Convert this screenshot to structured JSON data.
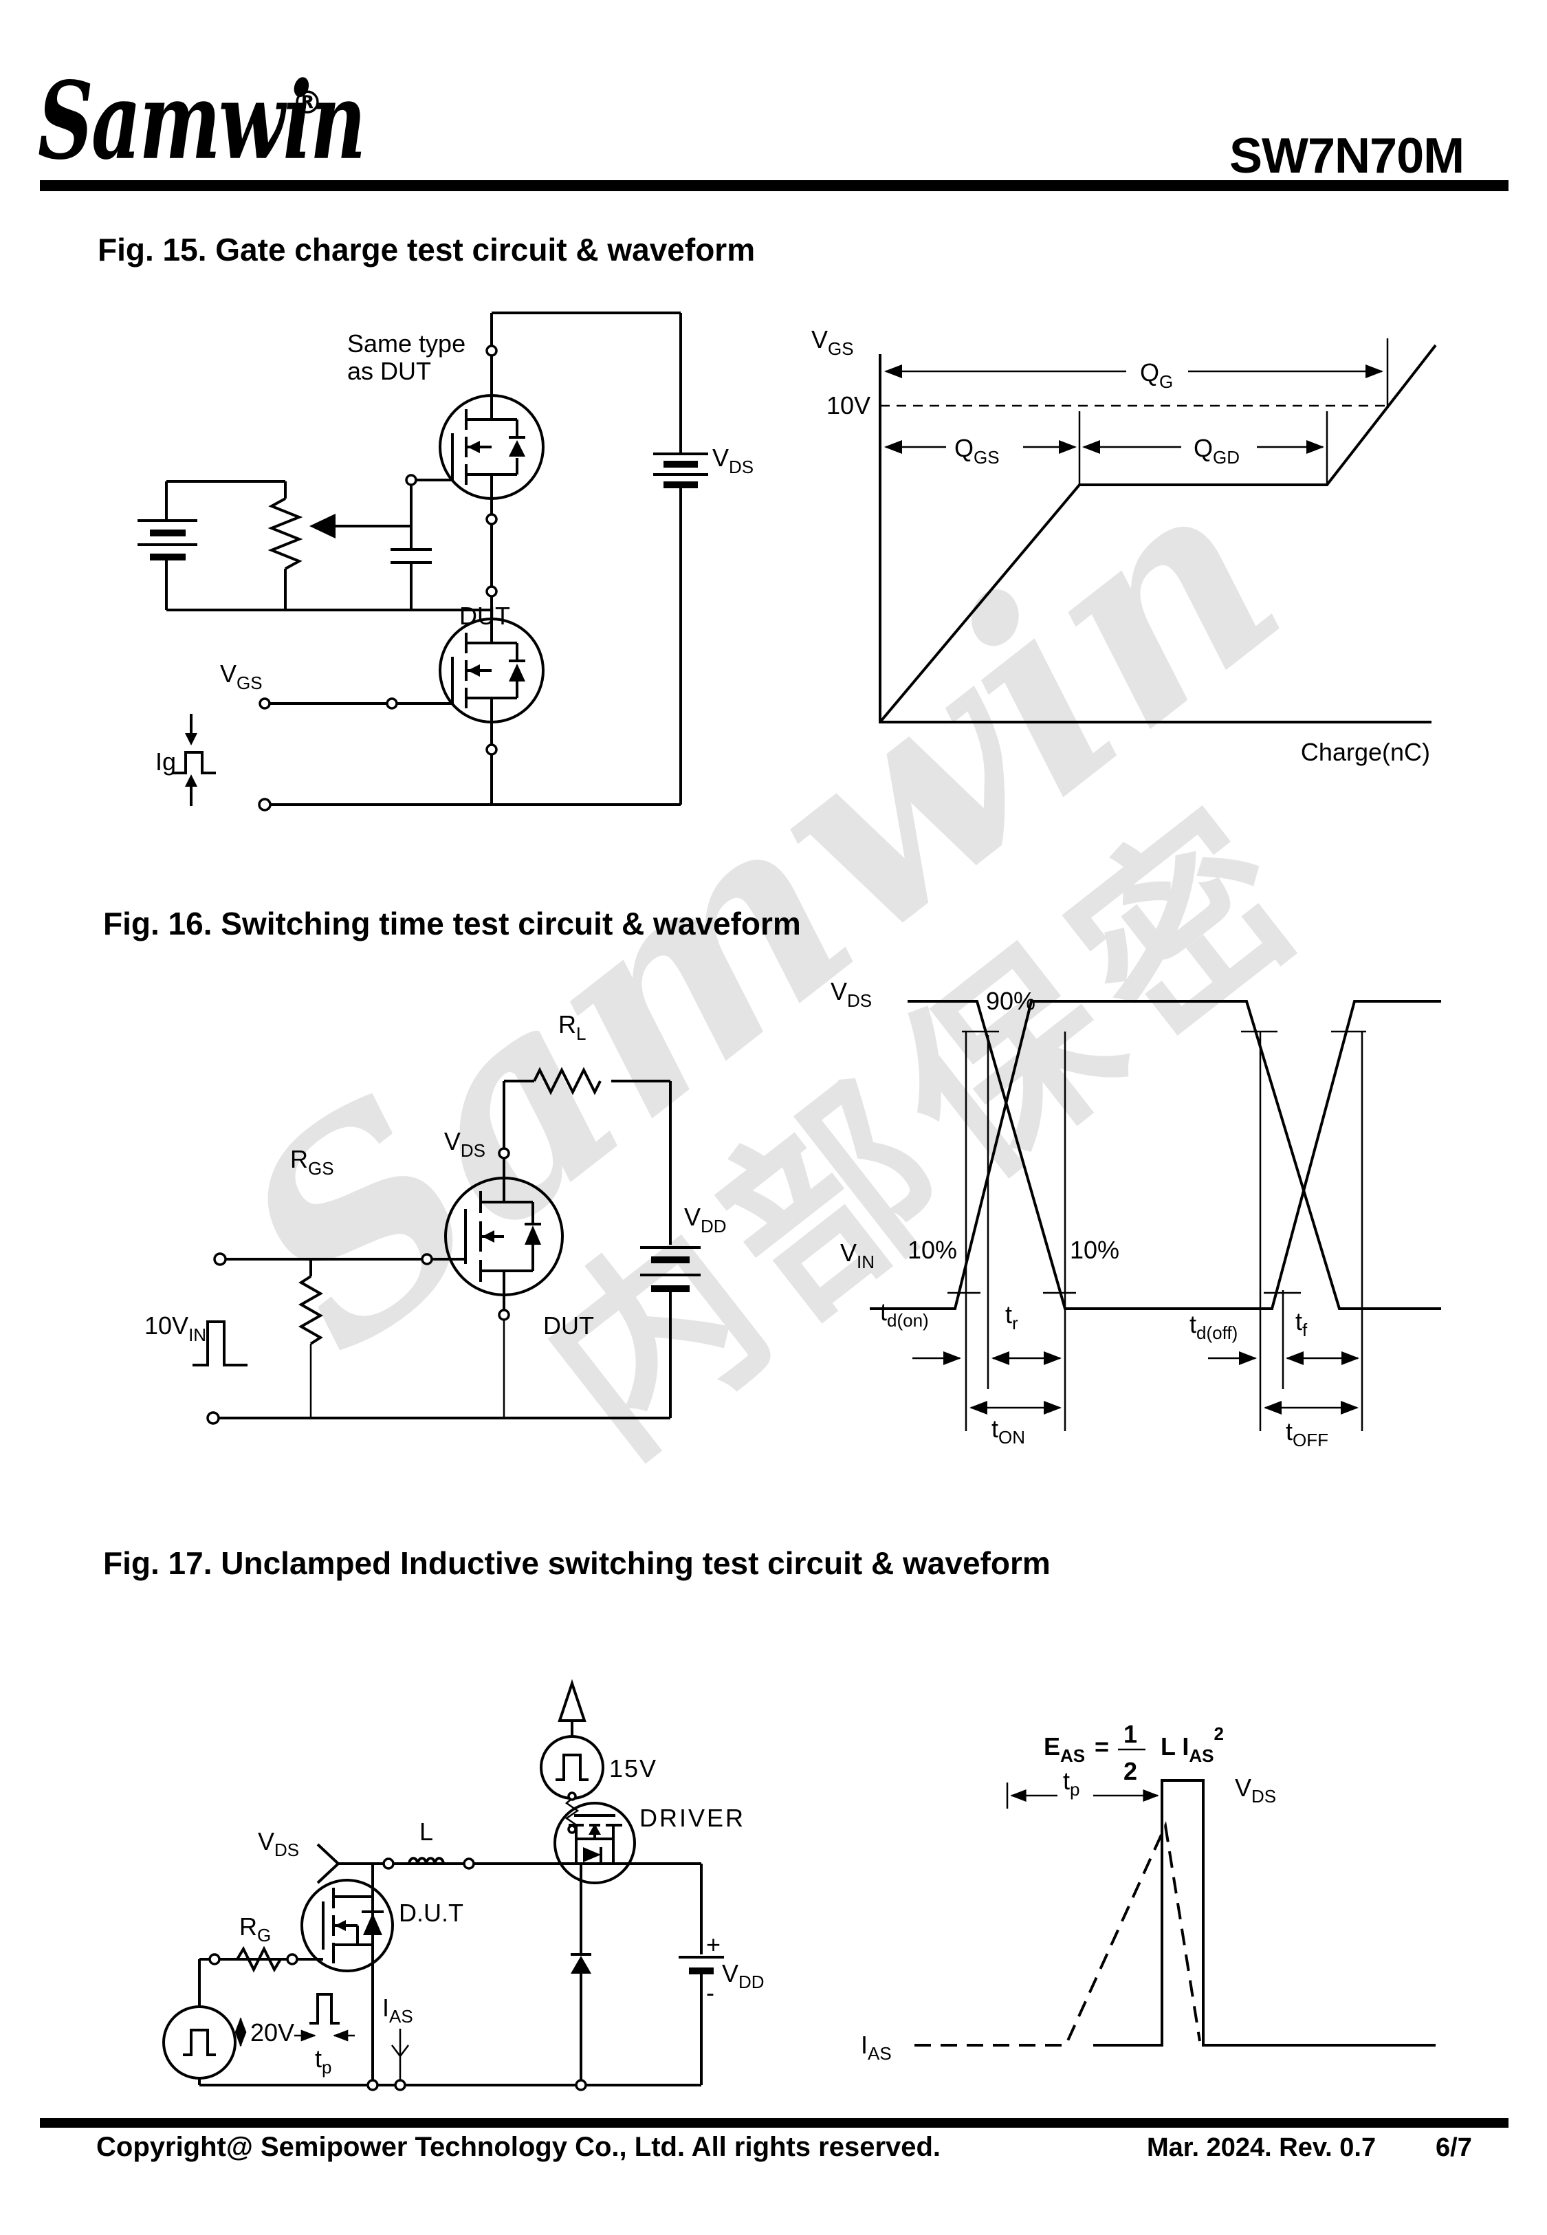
{
  "header": {
    "logo_text": "Samwin",
    "registered_mark": "®",
    "part_number": "SW7N70M"
  },
  "watermark": {
    "brand": "Samwin",
    "confidential": "内部保密"
  },
  "fig15": {
    "title": "Fig. 15. Gate charge test circuit & waveform",
    "circuit": {
      "same_type_line1": "Same type",
      "same_type_line2": "as DUT",
      "vds_main": "V",
      "vds_sub": "DS",
      "vgs_main": "V",
      "vgs_sub": "GS",
      "dut": "DUT",
      "ig": "Ig"
    },
    "waveform": {
      "vgs_main": "V",
      "vgs_sub": "GS",
      "level_10v": "10V",
      "qg_main": "Q",
      "qg_sub": "G",
      "qgs_main": "Q",
      "qgs_sub": "GS",
      "qgd_main": "Q",
      "qgd_sub": "GD",
      "x_axis": "Charge(nC)"
    }
  },
  "fig16": {
    "title": "Fig. 16. Switching time test circuit & waveform",
    "circuit": {
      "rl_main": "R",
      "rl_sub": "L",
      "rgs_main": "R",
      "rgs_sub": "GS",
      "vds_main": "V",
      "vds_sub": "DS",
      "vdd_main": "V",
      "vdd_sub": "DD",
      "vin_main": "10V",
      "vin_sub": "IN",
      "dut": "DUT"
    },
    "waveform": {
      "vds_main": "V",
      "vds_sub": "DS",
      "vin_main": "V",
      "vin_sub": "IN",
      "p90": "90%",
      "p10_left": "10%",
      "p10_right": "10%",
      "tdon_main": "t",
      "tdon_sub": "d(on)",
      "tr_main": "t",
      "tr_sub": "r",
      "tdoff_main": "t",
      "tdoff_sub": "d(off)",
      "tf_main": "t",
      "tf_sub": "f",
      "ton_main": "t",
      "ton_sub": "ON",
      "toff_main": "t",
      "toff_sub": "OFF"
    }
  },
  "fig17": {
    "title": "Fig. 17. Unclamped Inductive switching test circuit & waveform",
    "circuit": {
      "v15": "15V",
      "driver": "DRIVER",
      "l": "L",
      "vds_main": "V",
      "vds_sub": "DS",
      "rg_main": "R",
      "rg_sub": "G",
      "dut": "D.U.T",
      "v20": "20V",
      "tp_main": "t",
      "tp_sub": "p",
      "ias_main": "I",
      "ias_sub": "AS",
      "plus": "+",
      "minus": "-",
      "vdd_main": "V",
      "vdd_sub": "DD"
    },
    "waveform": {
      "eas_main": "E",
      "eas_sub": "AS",
      "equals": "=",
      "frac_num": "1",
      "frac_den": "2",
      "li_main": "L I",
      "li_sub": "AS",
      "li_sup": "2",
      "vds_main": "V",
      "vds_sub": "DS",
      "tp_main": "t",
      "tp_sub": "p",
      "ias_main": "I",
      "ias_sub": "AS"
    }
  },
  "footer": {
    "copyright": "Copyright@ Semipower Technology Co., Ltd. All rights reserved.",
    "revision": "Mar. 2024. Rev. 0.7",
    "page": "6/7"
  }
}
